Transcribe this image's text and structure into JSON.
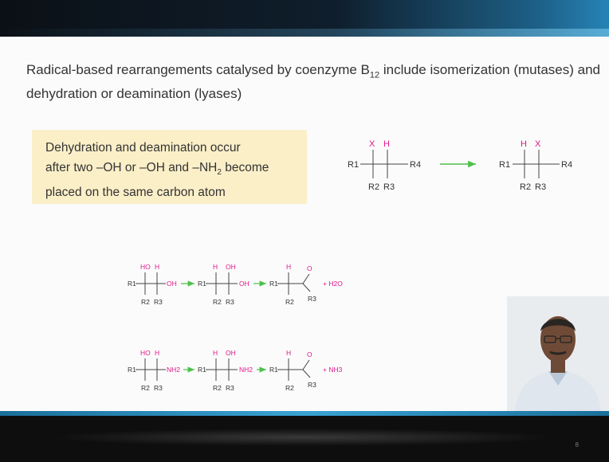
{
  "slide": {
    "title": {
      "pre": "Radical-based rearrangements catalysed by coenzyme B",
      "sub": "12",
      "post": " include isomerization (mutases) and dehydration or deamination (lyases)"
    },
    "note": {
      "line1": "Dehydration and deamination occur",
      "line2_pre": "after two –OH or –OH and –NH",
      "line2_sub": "2",
      "line2_post": " become",
      "line3": "placed on the same carbon atom"
    },
    "general_scheme": {
      "left": {
        "top_left": "X",
        "top_right": "H",
        "left": "R1",
        "right": "R4",
        "bottom_left": "R2",
        "bottom_right": "R3"
      },
      "right": {
        "top_left": "H",
        "top_right": "X",
        "left": "R1",
        "right": "R4",
        "bottom_left": "R2",
        "bottom_right": "R3"
      }
    },
    "dehydration": {
      "s1_top_left": "HO",
      "s1_top_right": "H",
      "s1_group": "OH",
      "s2_top_left": "H",
      "s2_top_right": "OH",
      "s2_group": "OH",
      "s3_top": "H",
      "s3_o": "O",
      "product": "+ H2O"
    },
    "deamination": {
      "s1_top_left": "HO",
      "s1_top_right": "H",
      "s1_group": "NH2",
      "s2_top_left": "H",
      "s2_top_right": "OH",
      "s2_group": "NH2",
      "s3_top": "H",
      "s3_o": "O",
      "product": "+ NH3"
    },
    "labels": {
      "r1": "R1",
      "r2": "R2",
      "r3": "R3"
    },
    "page_number": "8"
  },
  "colors": {
    "accent_magenta": "#e0198a",
    "arrow_green": "#4cc04a",
    "note_bg": "#fbefc8",
    "text": "#333333"
  }
}
